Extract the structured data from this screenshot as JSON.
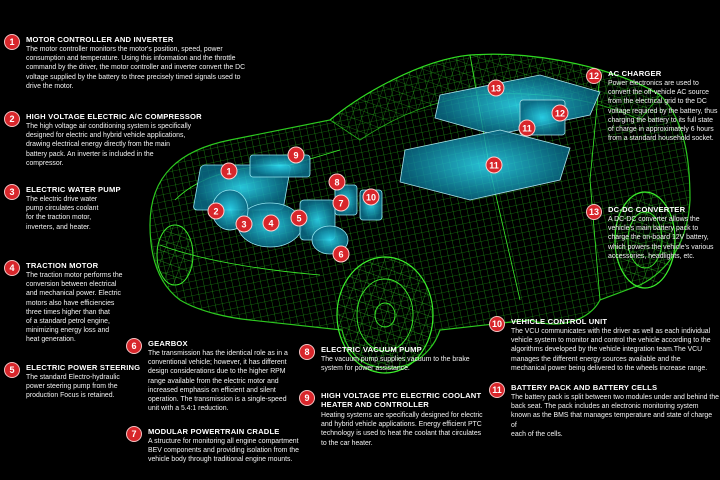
{
  "colors": {
    "background": "#000000",
    "wireframe": "#29d81e",
    "component": "#2ec8e6",
    "marker": "#d8262b",
    "text": "#ffffff"
  },
  "callouts": [
    {
      "id": "c1",
      "num": "1",
      "title": "MOTOR CONTROLLER AND INVERTER",
      "lines": [
        "The motor controller monitors the motor's position, speed, power",
        "consumption and temperature. Using this information and the throttle",
        "command by the driver, the motor controller and inverter convert the DC",
        "voltage supplied by the battery to three precisely timed signals used to",
        "drive the motor."
      ]
    },
    {
      "id": "c2",
      "num": "2",
      "title": "HIGH VOLTAGE ELECTRIC A/C COMPRESSOR",
      "lines": [
        "The high voltage air conditioning system is specifically",
        "designed for electric and hybrid vehicle applications,",
        "drawing electrical energy directly from the main",
        "battery pack.  An inverter is included in the",
        "compressor."
      ]
    },
    {
      "id": "c3",
      "num": "3",
      "title": "ELECTRIC WATER PUMP",
      "lines": [
        "The electric drive water",
        "pump circulates coolant",
        "for the traction motor,",
        "inverters, and heater."
      ]
    },
    {
      "id": "c4",
      "num": "4",
      "title": "TRACTION MOTOR",
      "lines": [
        "The traction motor performs the",
        "conversion between electrical",
        "and mechanical power. Electric",
        "motors also have efficiencies",
        "three times higher than that",
        "of a standard petrol engine,",
        "minimizing energy loss and",
        "heat generation."
      ]
    },
    {
      "id": "c5",
      "num": "5",
      "title": "ELECTRIC POWER STEERING",
      "lines": [
        "The standard Electro-hydraulic",
        "power steering pump from the",
        "production Focus is retained."
      ]
    },
    {
      "id": "c6",
      "num": "6",
      "title": "GEARBOX",
      "lines": [
        "The transmission has the identical role as in a",
        "conventional vehicle; however, it has different",
        "design considerations due to the higher RPM",
        "range available from the electric motor and",
        "increased emphasis on efficient and silent",
        "operation. The transmission is a single-speed",
        "unit with a 5.4:1 reduction."
      ]
    },
    {
      "id": "c7",
      "num": "7",
      "title": "MODULAR POWERTRAIN CRADLE",
      "lines": [
        "A structure for monitoring all engine compartment",
        "BEV components and providing isolation from the",
        "vehicle body through traditional engine mounts."
      ]
    },
    {
      "id": "c8",
      "num": "8",
      "title": "ELECTRIC VACUUM PUMP",
      "lines": [
        "The vacuum pump supplies vacuum to the brake",
        "system for power assistance."
      ]
    },
    {
      "id": "c9",
      "num": "9",
      "title": "HIGH VOLTAGE PTC ELECTRIC COOLANT HEATER AND CONTROLLER",
      "lines": [
        "Heating systems are specifically designed for electric",
        "and hybrid vehicle applications. Energy efficient PTC",
        "technology is used to heat the coolant that circulates",
        "to the car heater."
      ]
    },
    {
      "id": "c10",
      "num": "10",
      "title": "VEHICLE CONTROL UNIT",
      "lines": [
        "The VCU communicates with the driver as well as each individual",
        "vehicle system to monitor and control the vehicle according to the",
        "algorithms developed by the vehicle integration team.The VCU",
        "manages the different energy sources available and the",
        "mechanical power being delivered to the wheels increase range."
      ]
    },
    {
      "id": "c11",
      "num": "11",
      "title": "BATTERY PACK AND BATTERY CELLS",
      "lines": [
        "The battery pack is split between two modules under and behind the",
        "back seat.  The pack includes an electronic monitoring system",
        "known as the BMS that manages temperature and state of charge of",
        "each of the cells."
      ]
    },
    {
      "id": "c12",
      "num": "12",
      "title": "AC CHARGER",
      "lines": [
        "Power electronics are used to",
        "convert the off-vehicle AC source",
        "from the electrical grid to the DC",
        "voltage required by the battery, thus",
        "charging the battery to its full state",
        "of charge in approximately 6 hours",
        "from a standard household socket."
      ]
    },
    {
      "id": "c13",
      "num": "13",
      "title": "DC-DC CONVERTER",
      "lines": [
        "A DC-DC converter allows the",
        "vehicle's main battery pack to",
        "charge the on-board 12V battery,",
        "which powers the vehicle's various",
        "accessories, headlights, etc."
      ]
    }
  ],
  "badges": [
    "13",
    "12",
    "11",
    "11",
    "9",
    "1",
    "8",
    "7",
    "10",
    "2",
    "3",
    "4",
    "5",
    "6"
  ]
}
